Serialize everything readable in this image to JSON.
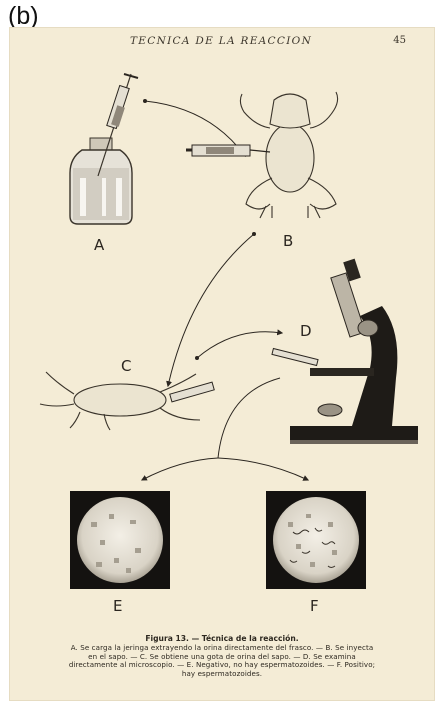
{
  "panel_tag": "(b)",
  "page": {
    "running_title": "TECNICA DE LA REACCION",
    "page_number": "45"
  },
  "figure": {
    "labels": {
      "a": "A",
      "b": "B",
      "c": "C",
      "d": "D",
      "e": "E",
      "f": "F"
    }
  },
  "caption": {
    "title": "Figura 13. — Técnica de la reacción.",
    "line1": "A. Se carga la jeringa extrayendo la orina directamente del frasco. — B. Se inyecta",
    "line2": "en el sapo. — C. Se obtiene una gota de orina del sapo. — D. Se examina",
    "line3": "directamente al microscopio. — E. Negativo, no hay espermatozoides. — F. Positivo;",
    "line4": "hay espermatozoides."
  }
}
